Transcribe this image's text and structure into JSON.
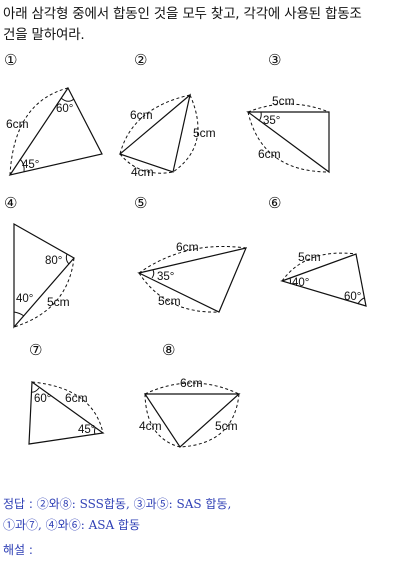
{
  "question": {
    "line1": "아래 삼각형 중에서 합동인 것을 모두 찾고, 각각에 사용된 합동조",
    "line2": "건을 말하여라."
  },
  "figures": {
    "f1": {
      "num": "①",
      "side": "6cm",
      "angle_top": "60°",
      "angle_bottom": "45°"
    },
    "f2": {
      "num": "②",
      "side_left": "6cm",
      "side_right": "5cm",
      "side_bottom": "4cm"
    },
    "f3": {
      "num": "③",
      "side_top": "5cm",
      "angle": "35°",
      "side_diag": "6cm"
    },
    "f4": {
      "num": "④",
      "angle_right": "80°",
      "angle_bottom": "40°",
      "side": "5cm"
    },
    "f5": {
      "num": "⑤",
      "side_top": "6cm",
      "angle": "35°",
      "side_bottom": "5cm"
    },
    "f6": {
      "num": "⑥",
      "side": "5cm",
      "angle_left": "40°",
      "angle_right": "60°"
    },
    "f7": {
      "num": "⑦",
      "angle_left": "60°",
      "side": "6cm",
      "angle_right": "45°"
    },
    "f8": {
      "num": "⑧",
      "side_top": "6cm",
      "side_left": "4cm",
      "side_right": "5cm"
    }
  },
  "answer": {
    "label": "정답 : ",
    "line1": "②와⑧: SSS합동, ③과⑤: SAS 합동,",
    "line2": "①과⑦, ④와⑥: ASA 합동"
  },
  "explanation": {
    "label": "해설 :"
  }
}
